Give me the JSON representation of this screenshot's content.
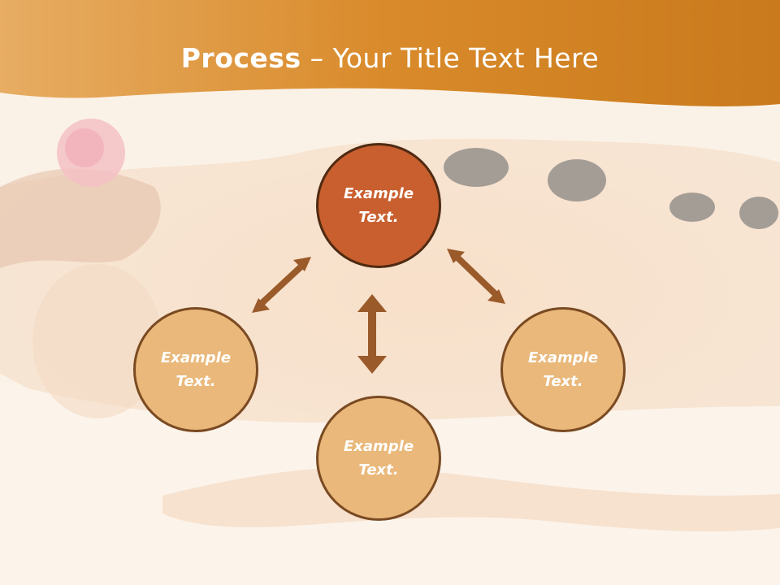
{
  "title": {
    "bold": "Process",
    "dash": "–",
    "rest": "Your Title Text Here"
  },
  "nodes": {
    "top": "Example Text.",
    "left": "Example Text.",
    "right": "Example Text.",
    "bottom": "Example Text."
  },
  "colors": {
    "header_band": "#d98a2a",
    "top_node": "#c95f2e",
    "other_nodes": "#e9b87a",
    "arrows": "#9a5a2a"
  }
}
